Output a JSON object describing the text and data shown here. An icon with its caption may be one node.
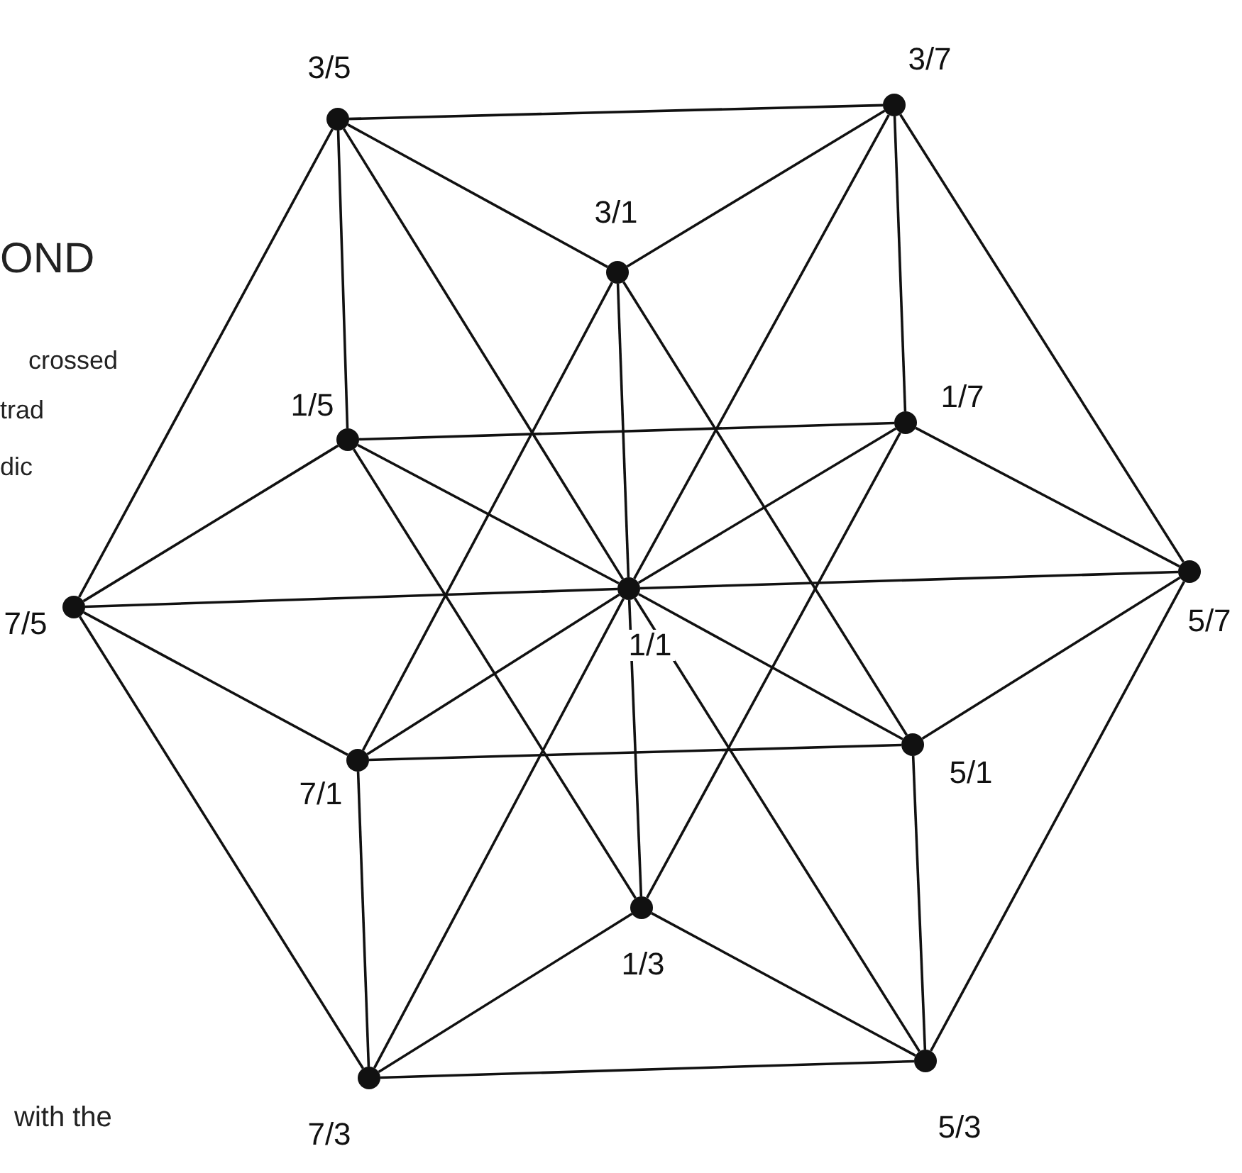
{
  "diagram": {
    "nodes": [
      {
        "text": [],
        "shape": "circle",
        "beside": [
          "3/5"
        ]
      },
      {
        "text": [],
        "shape": "circle",
        "beside": [
          "3/7"
        ]
      },
      {
        "text": [],
        "shape": "circle",
        "beside": [
          "3/1"
        ]
      },
      {
        "text": [],
        "shape": "circle",
        "beside": [
          "1/5"
        ]
      },
      {
        "text": [],
        "shape": "circle",
        "beside": [
          "1/7"
        ]
      },
      {
        "text": [],
        "shape": "circle",
        "beside": [
          "7/5"
        ]
      },
      {
        "text": [],
        "shape": "circle",
        "beside": [
          "1/1"
        ]
      },
      {
        "text": [],
        "shape": "circle",
        "beside": [
          "5/7"
        ]
      },
      {
        "text": [],
        "shape": "circle",
        "beside": [
          "7/1"
        ]
      },
      {
        "text": [],
        "shape": "circle",
        "beside": [
          "5/1"
        ]
      },
      {
        "text": [],
        "shape": "circle",
        "beside": [
          "1/3"
        ]
      },
      {
        "text": [],
        "shape": "circle",
        "beside": [
          "7/3"
        ]
      },
      {
        "text": [],
        "shape": "circle",
        "beside": [
          "5/3"
        ]
      }
    ],
    "edges": [
      {
        "from": 0,
        "to": 1,
        "arrow": "none"
      },
      {
        "from": 1,
        "to": 7,
        "arrow": "none"
      },
      {
        "from": 7,
        "to": 12,
        "arrow": "none"
      },
      {
        "from": 12,
        "to": 11,
        "arrow": "none"
      },
      {
        "from": 11,
        "to": 5,
        "arrow": "none"
      },
      {
        "from": 5,
        "to": 0,
        "arrow": "none"
      },
      {
        "from": 0,
        "to": 2,
        "arrow": "none"
      },
      {
        "from": 2,
        "to": 1,
        "arrow": "none"
      },
      {
        "from": 0,
        "to": 3,
        "arrow": "none"
      },
      {
        "from": 1,
        "to": 4,
        "arrow": "none"
      },
      {
        "from": 0,
        "to": 6,
        "arrow": "none"
      },
      {
        "from": 1,
        "to": 6,
        "arrow": "none"
      },
      {
        "from": 2,
        "to": 6,
        "arrow": "none"
      },
      {
        "from": 2,
        "to": 8,
        "arrow": "none"
      },
      {
        "from": 2,
        "to": 9,
        "arrow": "none"
      },
      {
        "from": 3,
        "to": 4,
        "arrow": "none"
      },
      {
        "from": 3,
        "to": 5,
        "arrow": "none"
      },
      {
        "from": 3,
        "to": 6,
        "arrow": "none"
      },
      {
        "from": 3,
        "to": 10,
        "arrow": "none"
      },
      {
        "from": 4,
        "to": 6,
        "arrow": "none"
      },
      {
        "from": 4,
        "to": 7,
        "arrow": "none"
      },
      {
        "from": 4,
        "to": 10,
        "arrow": "none"
      },
      {
        "from": 5,
        "to": 6,
        "arrow": "none"
      },
      {
        "from": 6,
        "to": 7,
        "arrow": "none"
      },
      {
        "from": 5,
        "to": 8,
        "arrow": "none"
      },
      {
        "from": 8,
        "to": 6,
        "arrow": "none"
      },
      {
        "from": 6,
        "to": 9,
        "arrow": "none"
      },
      {
        "from": 9,
        "to": 7,
        "arrow": "none"
      },
      {
        "from": 8,
        "to": 9,
        "arrow": "none"
      },
      {
        "from": 8,
        "to": 11,
        "arrow": "none"
      },
      {
        "from": 9,
        "to": 12,
        "arrow": "none"
      },
      {
        "from": 6,
        "to": 10,
        "arrow": "none"
      },
      {
        "from": 6,
        "to": 11,
        "arrow": "none"
      },
      {
        "from": 6,
        "to": 12,
        "arrow": "none"
      },
      {
        "from": 10,
        "to": 11,
        "arrow": "none"
      },
      {
        "from": 10,
        "to": 12,
        "arrow": "none"
      }
    ],
    "labels": [
      "OND",
      "crossed",
      "trad",
      "dic",
      "with the"
    ]
  }
}
